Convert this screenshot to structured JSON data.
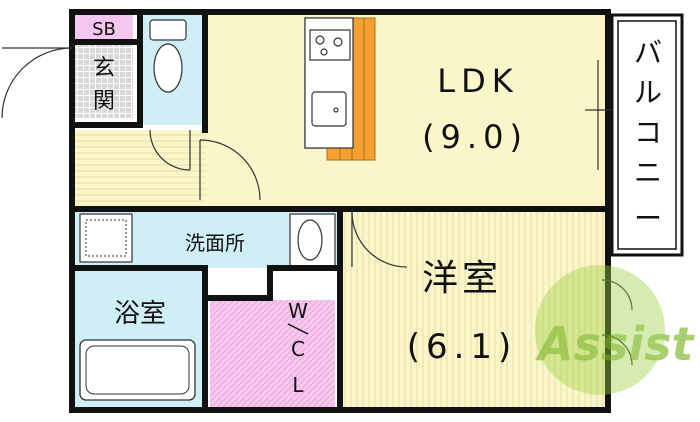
{
  "rooms": {
    "sb": "SB",
    "genkan": [
      "玄",
      "関"
    ],
    "ldk_name": "LDK",
    "ldk_size": "(9.0)",
    "balcony": [
      "バ",
      "ル",
      "コ",
      "ニ",
      "ー"
    ],
    "senmenjo": "洗面所",
    "yokushitsu": "浴室",
    "wcl": [
      "W",
      "C",
      "L"
    ],
    "yoshitsu_name": "洋室",
    "yoshitsu_size": "(6.1)"
  },
  "logo": {
    "text": "Assist"
  },
  "colors": {
    "ldk": "#fbf6c9",
    "yoshitsu": "#fbf6c9",
    "hall": "#fbf6c9",
    "wet": "#cfeef6",
    "wcl": "#f7c8ef",
    "sb": "#f5c6ef",
    "kitchen_accent": "#f5a030",
    "logo": "#9bcf3e"
  }
}
